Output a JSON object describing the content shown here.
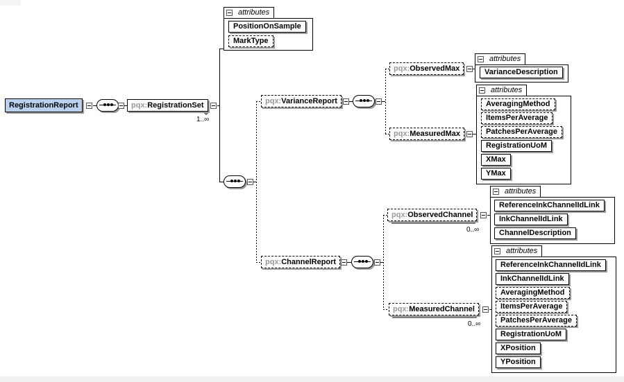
{
  "diagram": {
    "root": "RegistrationReport",
    "registration_set": {
      "ns": "pqx:",
      "name": "RegistrationSet",
      "card": "1..∞"
    },
    "attributes_label": "attributes",
    "set_attributes": [
      "PositionOnSample",
      "MarkType"
    ],
    "variance_report": {
      "ns": "pqx:",
      "name": "VarianceReport"
    },
    "observed_max": {
      "ns": "pqx:",
      "name": "ObservedMax"
    },
    "observed_max_attrs": [
      "VarianceDescription"
    ],
    "measured_max": {
      "ns": "pqx:",
      "name": "MeasuredMax"
    },
    "measured_max_attrs": [
      "AveragingMethod",
      "ItemsPerAverage",
      "PatchesPerAverage",
      "RegistrationUoM",
      "XMax",
      "YMax"
    ],
    "channel_report": {
      "ns": "pqx:",
      "name": "ChannelReport"
    },
    "observed_channel": {
      "ns": "pqx:",
      "name": "ObservedChannel",
      "card": "0..∞"
    },
    "observed_channel_attrs": [
      "ReferenceInkChannelIdLink",
      "InkChannelIdLink",
      "ChannelDescription"
    ],
    "measured_channel": {
      "ns": "pqx:",
      "name": "MeasuredChannel",
      "card": "0..∞"
    },
    "measured_channel_attrs": [
      "ReferenceInkChannelIdLink",
      "InkChannelIdLink",
      "AveragingMethod",
      "ItemsPerAverage",
      "PatchesPerAverage",
      "RegistrationUoM",
      "XPosition",
      "YPosition"
    ]
  }
}
